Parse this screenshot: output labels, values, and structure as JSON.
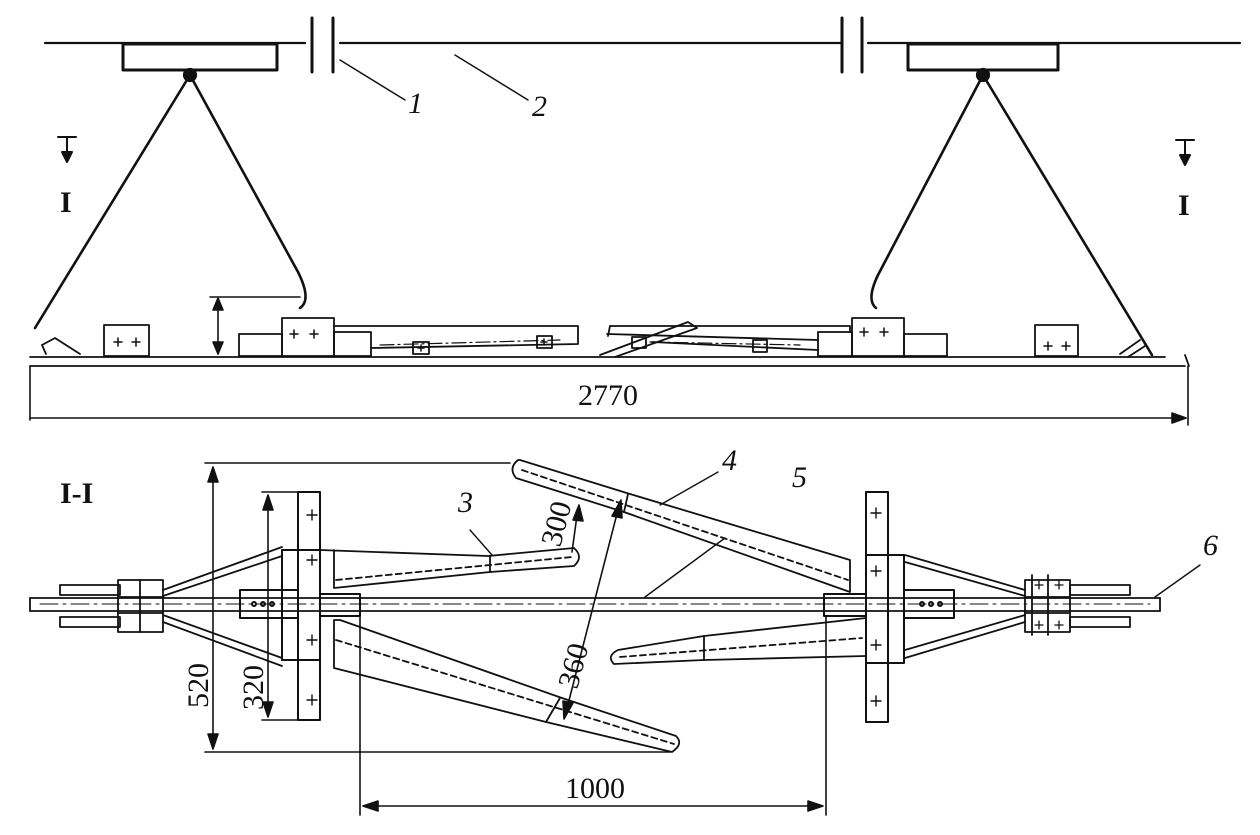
{
  "labels": {
    "part_1": "1",
    "part_2": "2",
    "part_3": "3",
    "part_4": "4",
    "part_5": "5",
    "part_6": "6",
    "section_mark_left": "I",
    "section_mark_right": "I",
    "section_title": "I-I"
  },
  "dimensions": {
    "overall_length": "2770",
    "spacer_spacing": "1000",
    "outer_span": "520",
    "inner_span": "320",
    "arm_short": "300",
    "arm_long": "360"
  },
  "colors": {
    "line": "#111111",
    "background": "#ffffff"
  }
}
